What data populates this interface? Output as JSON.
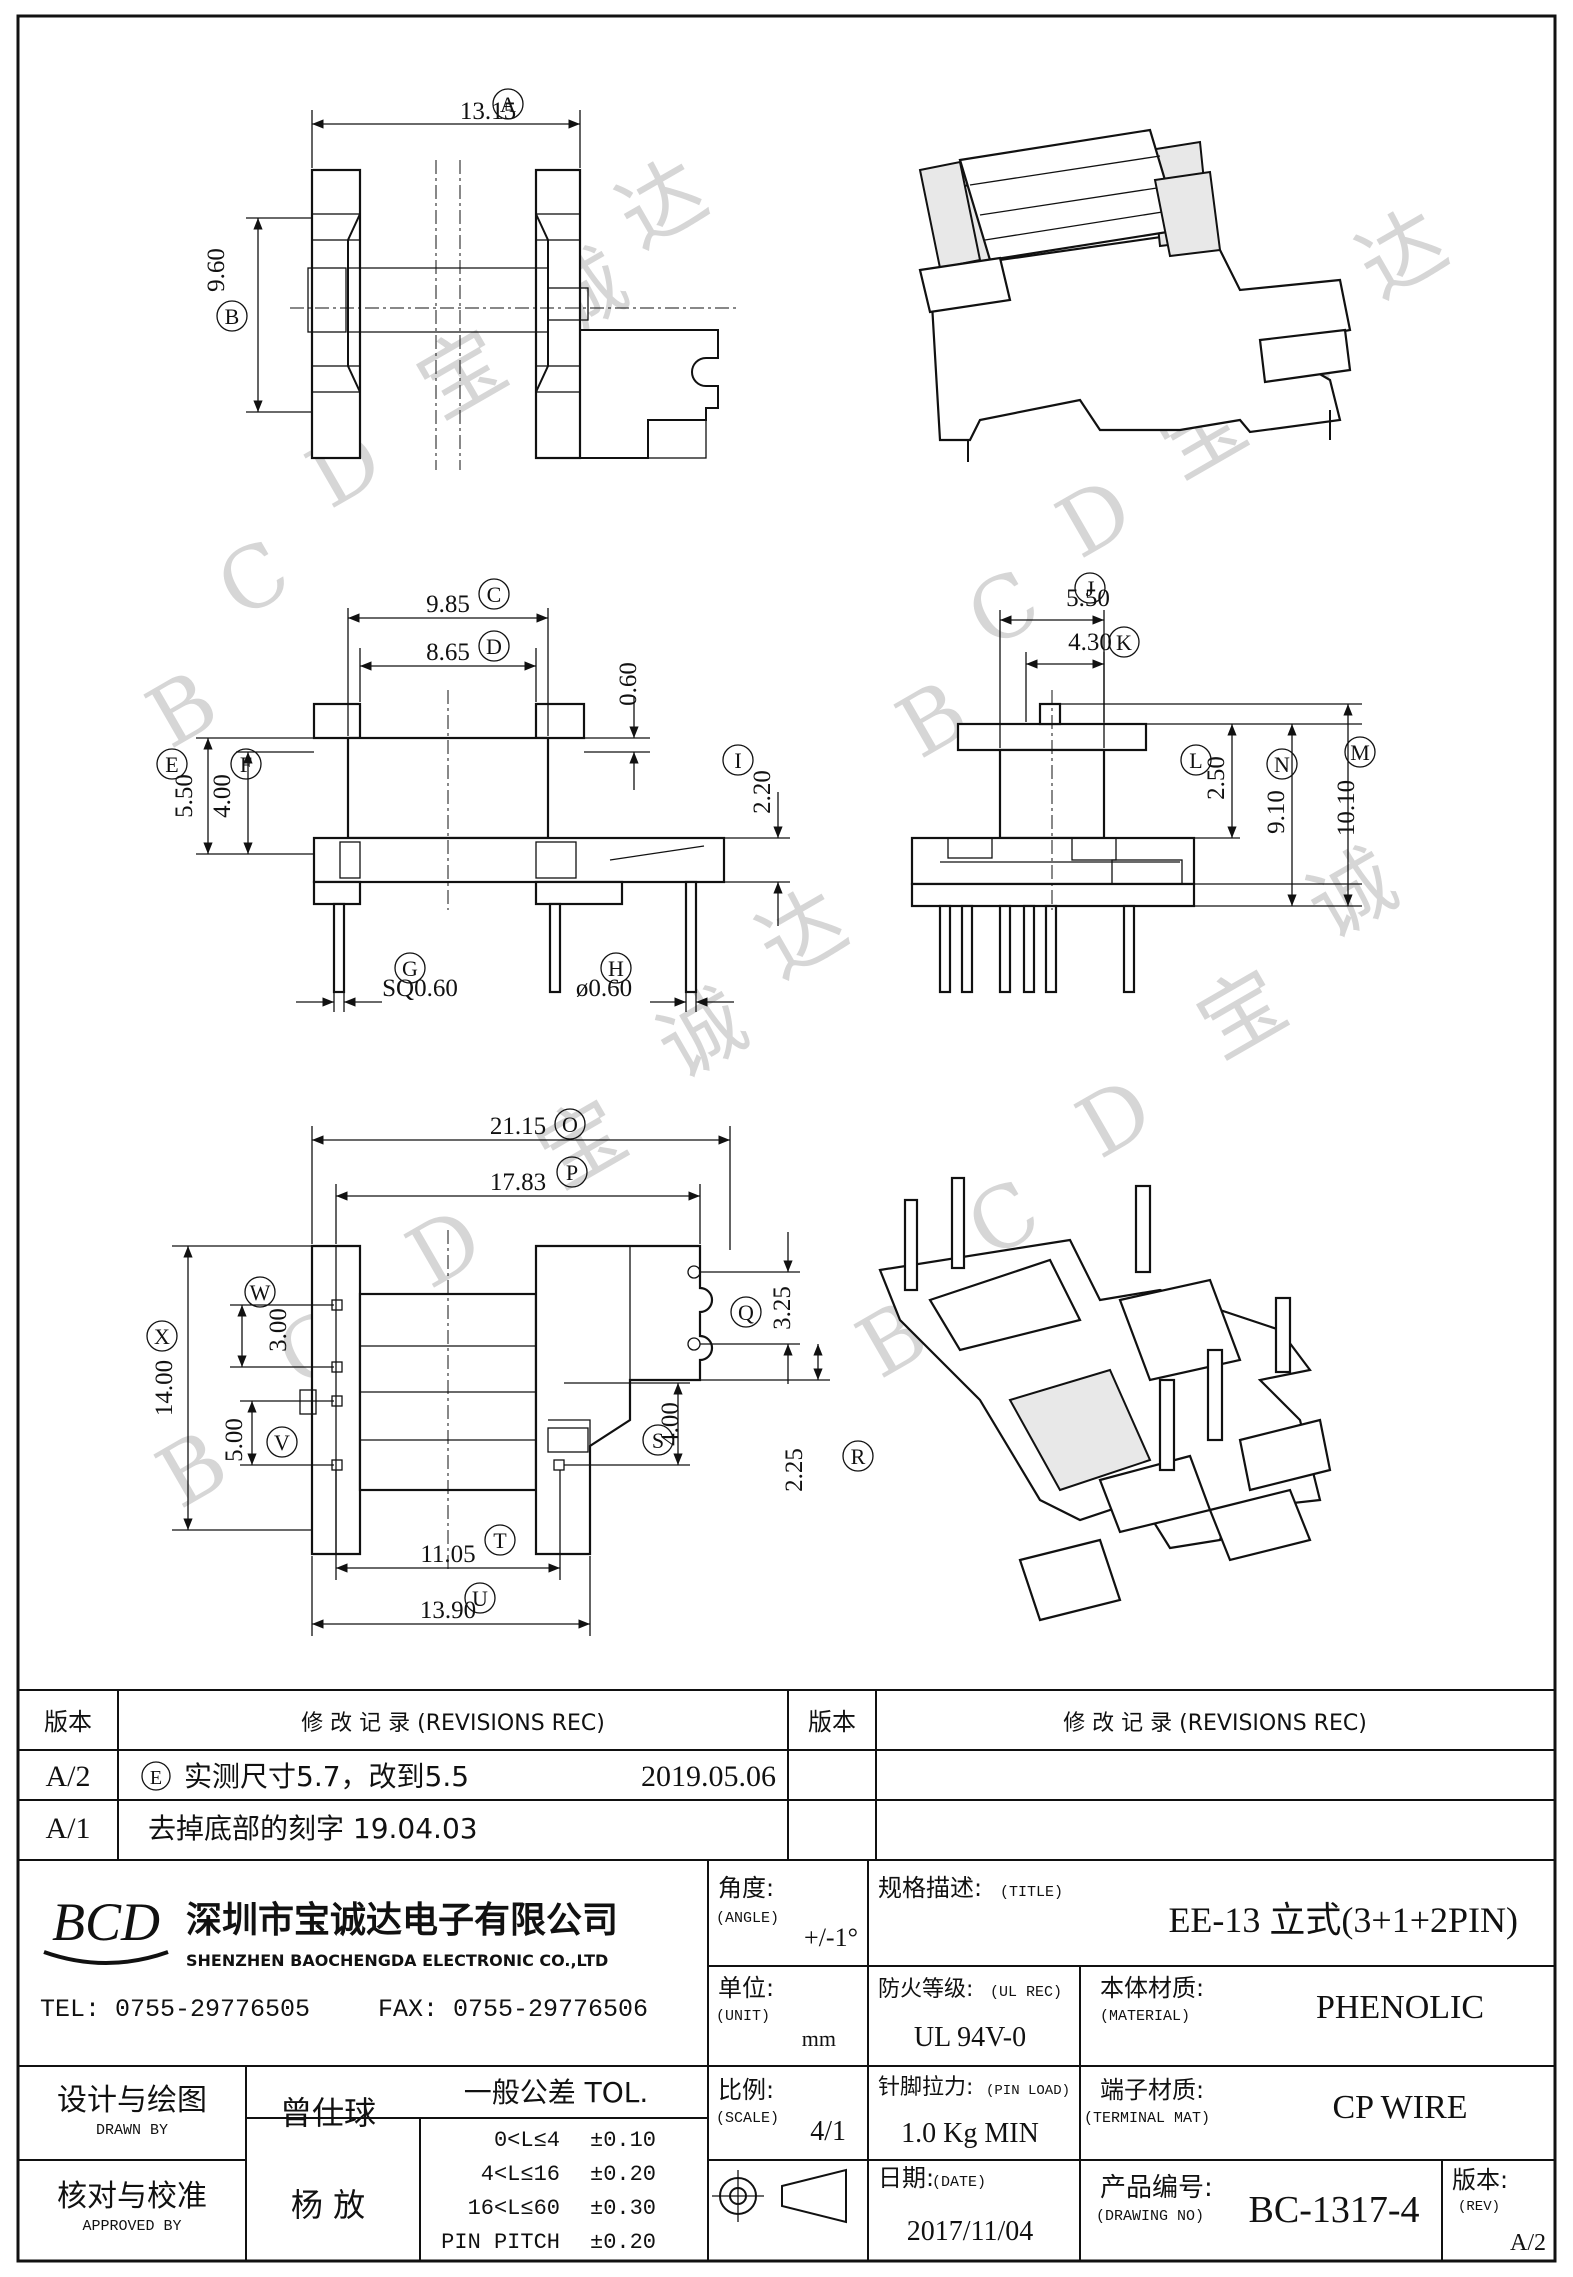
{
  "watermark": {
    "chars": [
      "B",
      "C",
      "D",
      "宝",
      "诚",
      "达"
    ],
    "color": "#d6d6d6"
  },
  "dimensions": {
    "A": {
      "letter": "A",
      "value": "13.15"
    },
    "B": {
      "letter": "B",
      "value": "9.60"
    },
    "C": {
      "letter": "C",
      "value": "9.85"
    },
    "D": {
      "letter": "D",
      "value": "8.65"
    },
    "E": {
      "letter": "E",
      "value": "5.50"
    },
    "F": {
      "letter": "F",
      "value": "4.00"
    },
    "top_gap": {
      "value": "0.60"
    },
    "G": {
      "letter": "G",
      "value": "SQ0.60"
    },
    "H": {
      "letter": "H",
      "value": "ø0.60"
    },
    "I": {
      "letter": "I",
      "value": "2.20"
    },
    "J": {
      "letter": "J",
      "value": "5.50"
    },
    "K": {
      "letter": "K",
      "value": "4.30"
    },
    "L": {
      "letter": "L",
      "value": "2.50"
    },
    "M": {
      "letter": "M",
      "value": "10.10"
    },
    "N": {
      "letter": "N",
      "value": "9.10"
    },
    "O": {
      "letter": "O",
      "value": "21.15"
    },
    "P": {
      "letter": "P",
      "value": "17.83"
    },
    "Q": {
      "letter": "Q",
      "value": "3.25"
    },
    "R": {
      "letter": "R",
      "value": "2.25"
    },
    "S": {
      "letter": "S",
      "value": "4.00"
    },
    "T": {
      "letter": "T",
      "value": "11.05"
    },
    "U": {
      "letter": "U",
      "value": "13.90"
    },
    "V": {
      "letter": "V",
      "value": "5.00"
    },
    "W": {
      "letter": "W",
      "value": "3.00"
    },
    "X": {
      "letter": "X",
      "value": "14.00"
    }
  },
  "revisions": {
    "header_ver": "版本",
    "header_rec": "修  改  记  录  (REVISIONS REC)",
    "rows": [
      {
        "ver": "A/2",
        "circle": "E",
        "text": "实测尺寸5.7，改到5.5",
        "date": "2019.05.06"
      },
      {
        "ver": "A/1",
        "text": "去掉底部的刻字 19.04.03"
      }
    ]
  },
  "company": {
    "logo": "BCD",
    "name_cn": "深圳市宝诚达电子有限公司",
    "name_en": "SHENZHEN BAOCHENGDA ELECTRONIC CO.,LTD",
    "tel": "TEL: 0755-29776505",
    "fax": "FAX: 0755-29776506"
  },
  "title_block": {
    "angle_label": "角度:",
    "angle_en": "(ANGLE)",
    "angle_value": "+/-1°",
    "title_label": "规格描述:",
    "title_en": "(TITLE)",
    "title_value": "EE-13 立式(3+1+2PIN)",
    "unit_label": "单位:",
    "unit_en": "(UNIT)",
    "unit_value": "mm",
    "ul_label": "防火等级:",
    "ul_en": "(UL REC)",
    "ul_value": "UL 94V-0",
    "material_label": "本体材质:",
    "material_en": "(MATERIAL)",
    "material_value": "PHENOLIC",
    "drawn_label": "设计与绘图",
    "drawn_en": "DRAWN BY",
    "drawn_value": "曾仕球",
    "tol_label": "一般公差 TOL.",
    "tolerances": [
      {
        "range": "0<L≤4",
        "tol": "±0.10"
      },
      {
        "range": "4<L≤16",
        "tol": "±0.20"
      },
      {
        "range": "16<L≤60",
        "tol": "±0.30"
      },
      {
        "range": "PIN PITCH",
        "tol": "±0.20"
      }
    ],
    "scale_label": "比例:",
    "scale_en": "(SCALE)",
    "scale_value": "4/1",
    "pin_label": "针脚拉力:",
    "pin_en": "(PIN LOAD)",
    "pin_value": "1.0 Kg MIN",
    "terminal_label": "端子材质:",
    "terminal_en": "(TERMINAL MAT)",
    "terminal_value": "CP WIRE",
    "approved_label": "核对与校准",
    "approved_en": "APPROVED BY",
    "approved_value": "杨  放",
    "date_label": "日期:",
    "date_en": "(DATE)",
    "date_value": "2017/11/04",
    "drawing_label": "产品编号:",
    "drawing_en": "(DRAWING NO)",
    "drawing_value": "BC-1317-4",
    "rev_label": "版本:",
    "rev_en": "(REV)",
    "rev_value": "A/2"
  }
}
